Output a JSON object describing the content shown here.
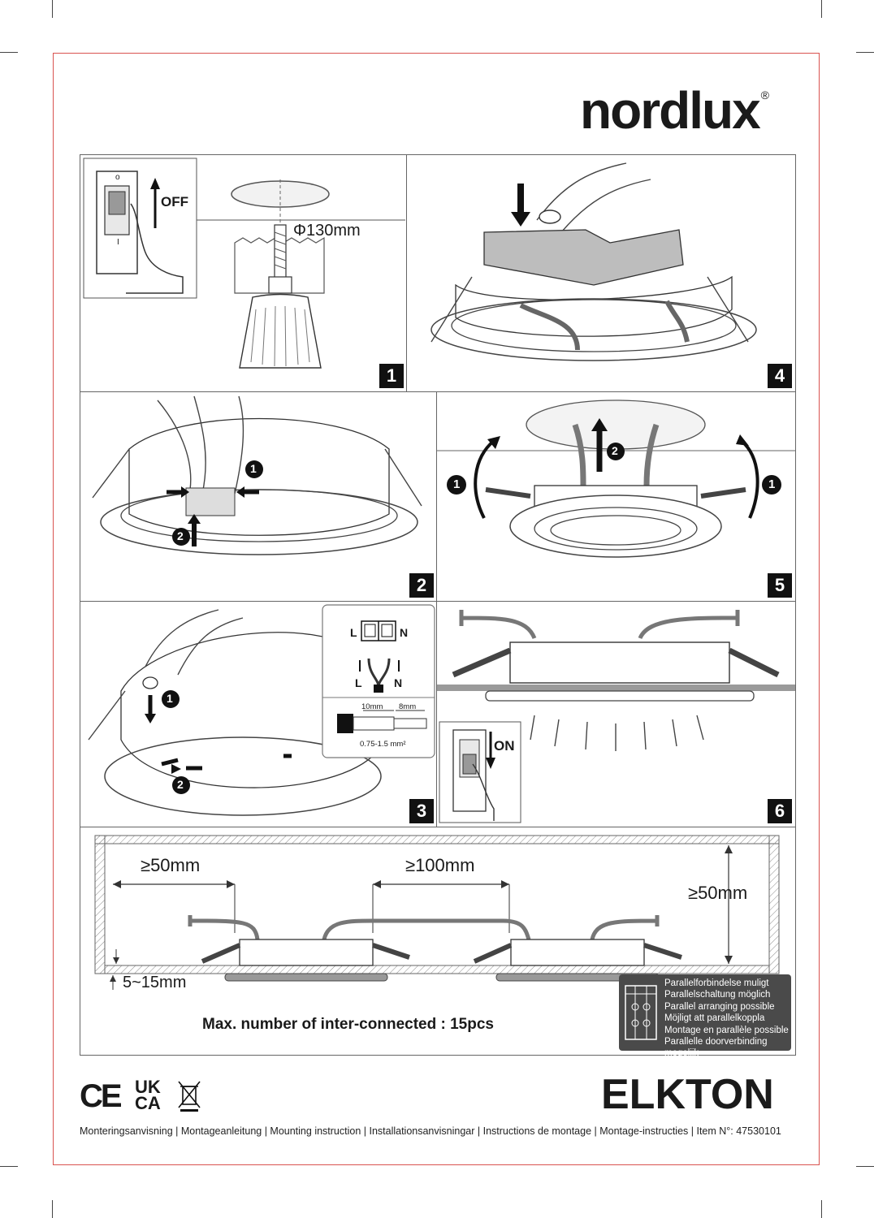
{
  "brand": {
    "logo_text": "nordlux",
    "registered_mark": "®"
  },
  "product": {
    "name": "ELKTON"
  },
  "steps": [
    {
      "number": "1",
      "switch_label": "OFF",
      "hole_diameter": "Φ130mm",
      "switch_on": "o",
      "switch_off": "I"
    },
    {
      "number": "2",
      "callout_1": "1",
      "callout_2": "2"
    },
    {
      "number": "3",
      "callout_1": "1",
      "callout_2": "2",
      "terminal_L": "L",
      "terminal_N": "N",
      "wire_L": "L",
      "wire_N": "N",
      "strip_length_1": "10mm",
      "strip_length_2": "8mm",
      "wire_section": "0.75-1.5 mm²"
    },
    {
      "number": "4"
    },
    {
      "number": "5",
      "callout_left": "1",
      "callout_up": "2",
      "callout_right": "1"
    },
    {
      "number": "6",
      "switch_label": "ON"
    }
  ],
  "clearance": {
    "side": "≥50mm",
    "between": "≥100mm",
    "above": "≥50mm",
    "ceiling_thickness": "5~15mm",
    "max_connected": "Max. number of inter-connected : 15pcs"
  },
  "parallel_notes": [
    "Parallelforbindelse muligt",
    "Parallelschaltung möglich",
    "Parallel arranging possible",
    "Möjligt att parallelkoppla",
    "Montage en parallèle possible",
    "Parallelle doorverbinding mogelijk"
  ],
  "certifications": {
    "ce": "CE",
    "ukca_top": "UK",
    "ukca_bottom": "CA"
  },
  "footer": {
    "instructions": "Monteringsanvisning | Montageanleitung | Mounting instruction | Installationsanvisningar | Instructions de montage | Montage-instructies | Item N°: 47530101"
  },
  "colors": {
    "frame": "#d9534f",
    "ink": "#1a1a1a",
    "panel_border": "#666666",
    "badge": "#4a4a4a"
  }
}
